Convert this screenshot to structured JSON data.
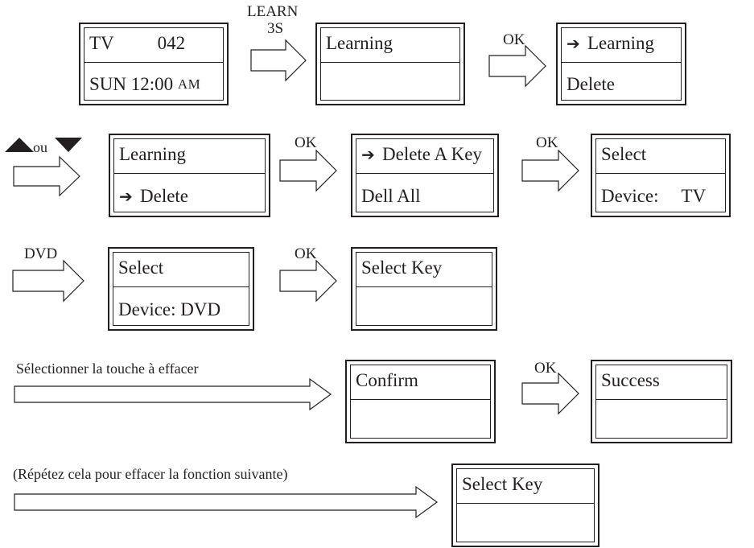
{
  "row1": {
    "screen1": {
      "line1_a": "TV",
      "line1_b": "042",
      "line2_a": "SUN 12:00",
      "line2_b": "AM"
    },
    "arrow1_label_1": "LEARN",
    "arrow1_label_2": "3S",
    "screen2": {
      "line1": "Learning",
      "line2": ""
    },
    "arrow2_label": "OK",
    "screen3": {
      "pointer": "➔",
      "line1": "Learning",
      "line2": "Delete"
    }
  },
  "row2": {
    "arrow1_label": "ou",
    "screen1": {
      "line1": "Learning",
      "pointer": "➔",
      "line2": "Delete"
    },
    "arrow2_label": "OK",
    "screen2": {
      "pointer": "➔",
      "line1": "Delete A Key",
      "line2": "Dell All"
    },
    "arrow3_label": "OK",
    "screen3": {
      "line1": "Select",
      "line2_a": "Device:",
      "line2_b": "TV"
    }
  },
  "row3": {
    "arrow1_label": "DVD",
    "screen1": {
      "line1": "Select",
      "line2": "Device: DVD"
    },
    "arrow2_label": "OK",
    "screen2": {
      "line1": "Select Key",
      "line2": ""
    }
  },
  "row4": {
    "arrow1_label": "Sélectionner la touche à effacer",
    "screen1": {
      "line1": "Confirm",
      "line2": ""
    },
    "arrow2_label": "OK",
    "screen2": {
      "line1": "Success",
      "line2": ""
    }
  },
  "row5": {
    "arrow1_label": "(Répétez cela pour effacer la fonction suivante)",
    "screen1": {
      "line1": "Select Key",
      "line2": ""
    }
  }
}
